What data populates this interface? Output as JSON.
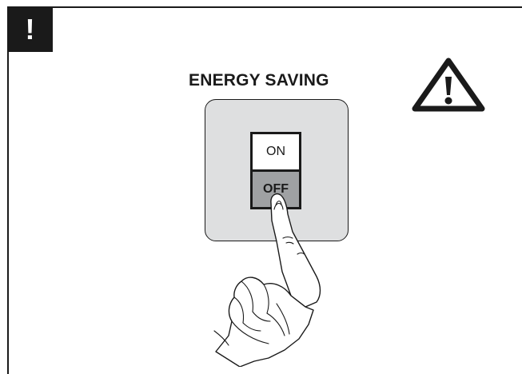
{
  "note_badge": {
    "label": "!"
  },
  "title": "ENERGY SAVING",
  "switch": {
    "on_label": "ON",
    "off_label": "OFF",
    "state": "OFF"
  },
  "warning_icon": "warning-triangle-icon",
  "colors": {
    "line": "#1a1a1a",
    "plate": "#dedfe0",
    "off_button": "#9fa1a3",
    "on_button": "#ffffff"
  }
}
